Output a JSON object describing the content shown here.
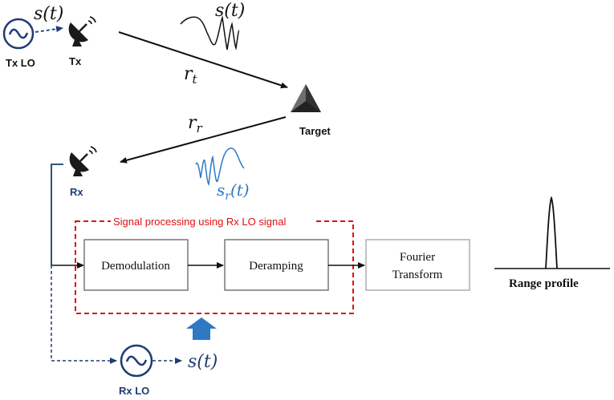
{
  "labels": {
    "tx_lo": "Tx LO",
    "tx": "Tx",
    "rx": "Rx",
    "rx_lo": "Rx LO",
    "target": "Target",
    "signal_processing": "Signal processing using Rx LO signal",
    "demodulation": "Demodulation",
    "deramping": "Deramping",
    "fourier_line1": "Fourier",
    "fourier_line2": "Transform",
    "range_profile": "Range profile"
  },
  "math": {
    "s_t": "s(t)",
    "r": "r",
    "t_sub": "t",
    "r_sub": "r",
    "sr_base": "s",
    "sr_paren": "(t)"
  },
  "colors": {
    "navy": "#1f3b73",
    "blue_wave": "#2e7bc4",
    "red_dash": "#e01010",
    "arrow_blue": "#2f78c4",
    "target_gray": "#555555"
  },
  "icons": [
    "lo-oscillator-icon",
    "satellite-dish-icon",
    "target-pyramid-icon",
    "up-arrow-icon"
  ]
}
